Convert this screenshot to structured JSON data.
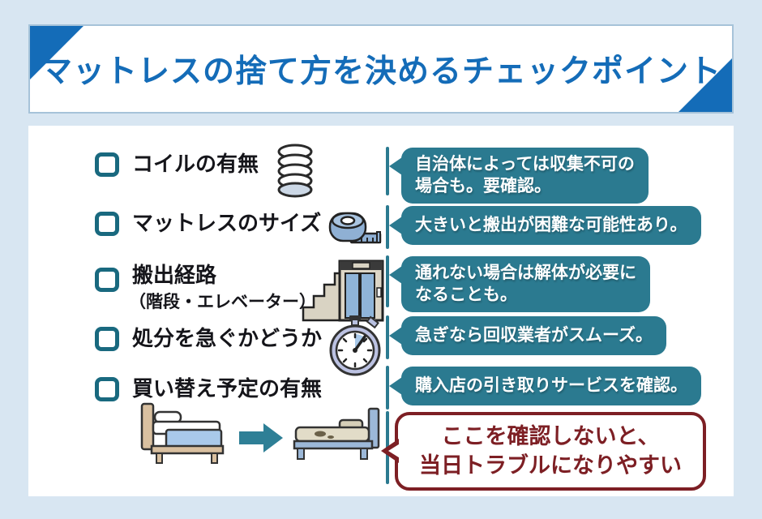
{
  "title": "マットレスの捨て方を決めるチェックポイント",
  "checklist": {
    "items": [
      {
        "label": "コイルの有無",
        "icon": "coil-spring-icon"
      },
      {
        "label": "マットレスのサイズ",
        "icon": "measuring-tape-icon"
      },
      {
        "label": "搬出経路",
        "sublabel": "（階段・エレベーター）",
        "icon": "stairs-elevator-icon"
      },
      {
        "label": "処分を急ぐかどうか",
        "icon": "stopwatch-icon"
      },
      {
        "label": "買い替え予定の有無",
        "icon": "bed-replacement-icon"
      }
    ]
  },
  "bubbles": [
    {
      "line1": "自治体によっては収集不可の",
      "line2": "場合も。要確認。"
    },
    {
      "line1": "大きいと搬出が困難な可能性あり。"
    },
    {
      "line1": "通れない場合は解体が必要に",
      "line2": "なることも。"
    },
    {
      "line1": "急ぎなら回収業者がスムーズ。"
    },
    {
      "line1": "購入店の引き取りサービスを確認。"
    }
  ],
  "warning": {
    "line1": "ここを確認しないと、",
    "line2": "当日トラブルになりやすい"
  },
  "colors": {
    "background": "#d8e6f2",
    "title_blue": "#146cb8",
    "checkbox_teal": "#19697f",
    "bubble_teal": "#2b7a90",
    "warning_red": "#7d1f24"
  }
}
